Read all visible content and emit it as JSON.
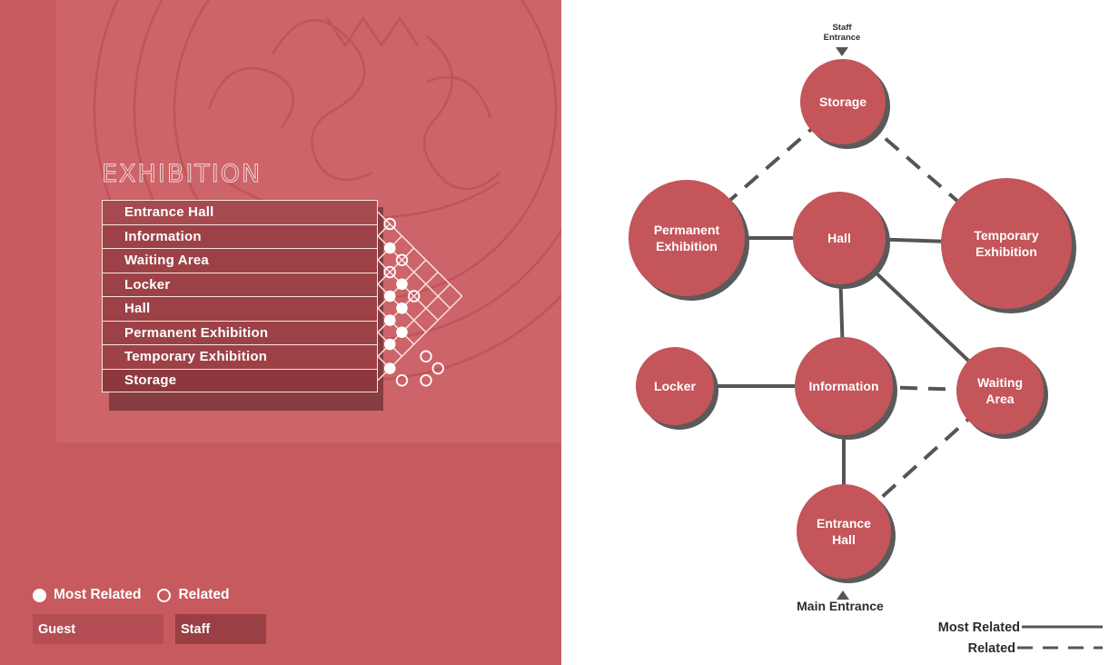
{
  "exhibition": {
    "title": "EXHIBITION",
    "rows": [
      "Entrance Hall",
      "Information",
      "Waiting Area",
      "Locker",
      "Hall",
      "Permanent Exhibition",
      "Temporary Exhibition",
      "Storage"
    ],
    "matrix_dots": [
      [
        1,
        0,
        "filled"
      ],
      [
        2,
        1,
        "filled"
      ],
      [
        3,
        0,
        "filled"
      ],
      [
        3,
        1,
        "filled"
      ],
      [
        4,
        0,
        "filled"
      ],
      [
        4,
        1,
        "filled"
      ],
      [
        5,
        0,
        "filled"
      ],
      [
        6,
        0,
        "filled"
      ],
      [
        0,
        0,
        "open"
      ],
      [
        1,
        1,
        "open"
      ],
      [
        2,
        0,
        "open"
      ],
      [
        2,
        2,
        "open"
      ],
      [
        4,
        3,
        "open"
      ],
      [
        4,
        4,
        "open"
      ],
      [
        5,
        3,
        "open"
      ],
      [
        6,
        1,
        "open"
      ]
    ]
  },
  "legend": {
    "most_related": "Most Related",
    "related": "Related"
  },
  "groups": {
    "guest": "Guest",
    "staff": "Staff"
  },
  "bubble": {
    "nodes": [
      {
        "id": "storage",
        "lines": [
          "Storage"
        ]
      },
      {
        "id": "permanent-exhibition",
        "lines": [
          "Permanent",
          "Exhibition"
        ]
      },
      {
        "id": "hall",
        "lines": [
          "Hall"
        ]
      },
      {
        "id": "temporary-exhibition",
        "lines": [
          "Temporary",
          "Exhibition"
        ]
      },
      {
        "id": "locker",
        "lines": [
          "Locker"
        ]
      },
      {
        "id": "information",
        "lines": [
          "Information"
        ]
      },
      {
        "id": "waiting-area",
        "lines": [
          "Waiting",
          "Area"
        ]
      },
      {
        "id": "entrance-hall",
        "lines": [
          "Entrance",
          "Hall"
        ]
      }
    ],
    "edges": [
      {
        "from": "permanent-exhibition",
        "to": "hall",
        "kind": "most"
      },
      {
        "from": "hall",
        "to": "temporary-exhibition",
        "kind": "most"
      },
      {
        "from": "hall",
        "to": "information",
        "kind": "most"
      },
      {
        "from": "hall",
        "to": "waiting-area",
        "kind": "most"
      },
      {
        "from": "locker",
        "to": "information",
        "kind": "most"
      },
      {
        "from": "information",
        "to": "entrance-hall",
        "kind": "most"
      },
      {
        "from": "storage",
        "to": "permanent-exhibition",
        "kind": "related"
      },
      {
        "from": "storage",
        "to": "temporary-exhibition",
        "kind": "related"
      },
      {
        "from": "information",
        "to": "waiting-area",
        "kind": "related"
      },
      {
        "from": "waiting-area",
        "to": "entrance-hall",
        "kind": "related"
      }
    ],
    "staff_entrance": [
      "Staff",
      "Entrance"
    ],
    "main_entrance": "Main Entrance",
    "legend_most": "Most Related",
    "legend_related": "Related"
  },
  "colors": {
    "panel": "#c65a5f",
    "node": "#c4555a",
    "node_shadow": "#5a5a5a",
    "line": "#555555"
  }
}
